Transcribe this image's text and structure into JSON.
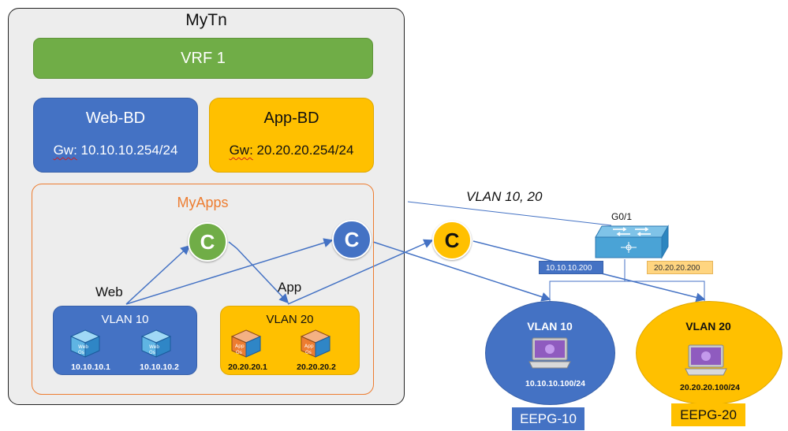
{
  "tenant": {
    "title": "MyTn"
  },
  "vrf": {
    "label": "VRF 1"
  },
  "bridge_domains": [
    {
      "name": "Web-BD",
      "gw_prefix": "Gw:",
      "gw_value": " 10.10.10.254/24",
      "color": "#4472c4"
    },
    {
      "name": "App-BD",
      "gw_prefix": "Gw:",
      "gw_value": " 20.20.20.254/24",
      "color": "#ffc000"
    }
  ],
  "app_profile": {
    "title": "MyApps",
    "color": "#ed7d31"
  },
  "contracts": [
    {
      "label": "C",
      "color": "#70ad47"
    },
    {
      "label": "C",
      "color": "#4472c4"
    },
    {
      "label": "C",
      "color": "#ffc000"
    }
  ],
  "epgs": [
    {
      "label": "Web",
      "vlan": "VLAN 10",
      "vm_ips": [
        "10.10.10.1",
        "10.10.10.2"
      ],
      "vm_icon": "web-vm-icon"
    },
    {
      "label": "App",
      "vlan": "VLAN 20",
      "vm_ips": [
        "20.20.20.1",
        "20.20.20.2"
      ],
      "vm_icon": "app-os-vm-icon"
    }
  ],
  "external": {
    "trunk_label": "VLAN 10, 20",
    "switch_port": "G0/1",
    "switch_icon": "switch-icon",
    "gateway_ips": [
      "10.10.10.200",
      "20.20.20.200"
    ],
    "external_epgs": [
      {
        "vlan": "VLAN 10",
        "ip": "10.10.10.100/24",
        "name": "EEPG-10",
        "color": "#4472c4"
      },
      {
        "vlan": "VLAN 20",
        "ip": "20.20.20.100/24",
        "name": "EEPG-20",
        "color": "#ffc000"
      }
    ]
  }
}
